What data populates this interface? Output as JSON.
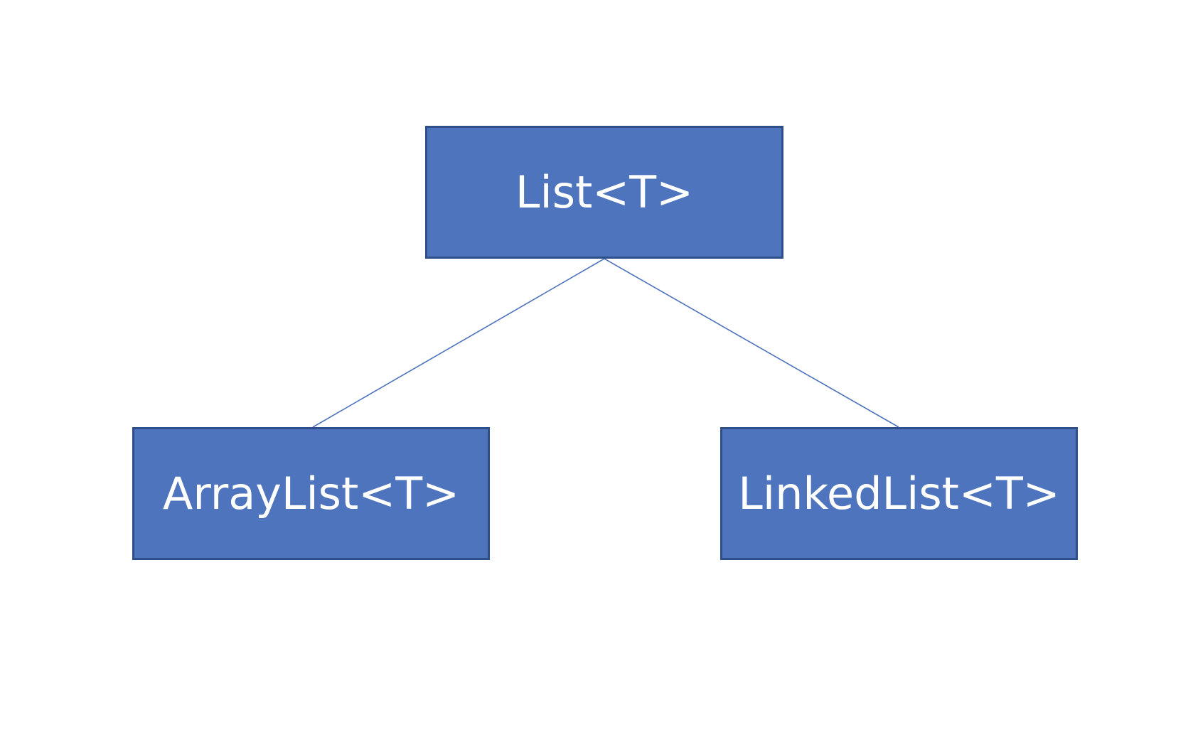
{
  "colors": {
    "box_fill": "#4e74be",
    "box_border": "#2f4f8a",
    "connector": "#4e74be",
    "text": "#ffffff"
  },
  "nodes": {
    "root": {
      "label": "List<T>"
    },
    "left": {
      "label": "ArrayList<T>"
    },
    "right": {
      "label": "LinkedList<T>"
    }
  },
  "edges": [
    {
      "from": "root",
      "to": "left"
    },
    {
      "from": "root",
      "to": "right"
    }
  ]
}
